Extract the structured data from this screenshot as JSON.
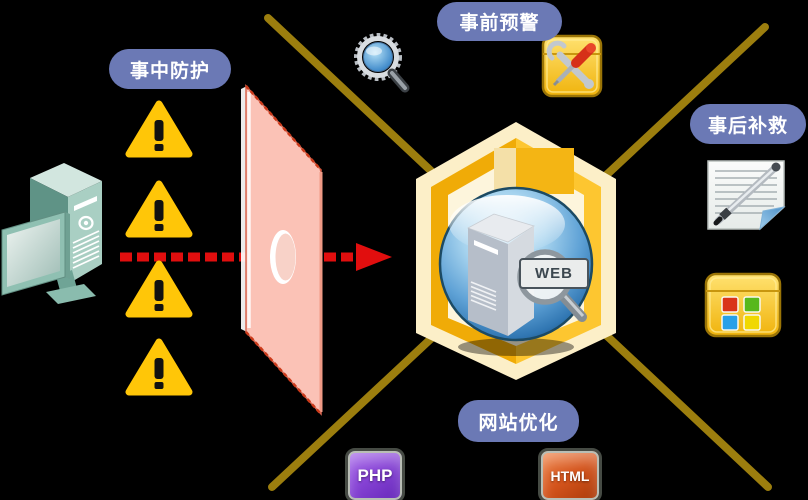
{
  "labels": {
    "pre_warning": "事前预警",
    "in_protect": "事中防护",
    "post_remedy": "事后补救",
    "site_optimize": "网站优化"
  },
  "center": {
    "web_badge": "WEB"
  },
  "tech_badges": {
    "php": "PHP",
    "html": "HTML"
  },
  "icons": [
    "computer-icon",
    "warning-triangle-icon",
    "firewall-wall",
    "attack-arrow",
    "magnifier-icon",
    "toolbox-icon",
    "web-server-sphere",
    "web-search-magnifier-icon",
    "notepad-pen-icon",
    "app-grid-icon"
  ],
  "colors": {
    "background": "#000000",
    "label_pill": "#6b79b5",
    "warning_yellow": "#ffc608",
    "arrow_red": "#e10e0e",
    "wall_pink": "#fbc2b6",
    "diagonal_gold": "#9c7e0e",
    "box_gold": "#f5b32a",
    "box_cream": "#fcefc8",
    "sphere_blue": "#4a90c8",
    "php_purple": "#7b3fd0",
    "html_orange": "#cc4a14",
    "computer_teal": "#a9cfc3"
  }
}
